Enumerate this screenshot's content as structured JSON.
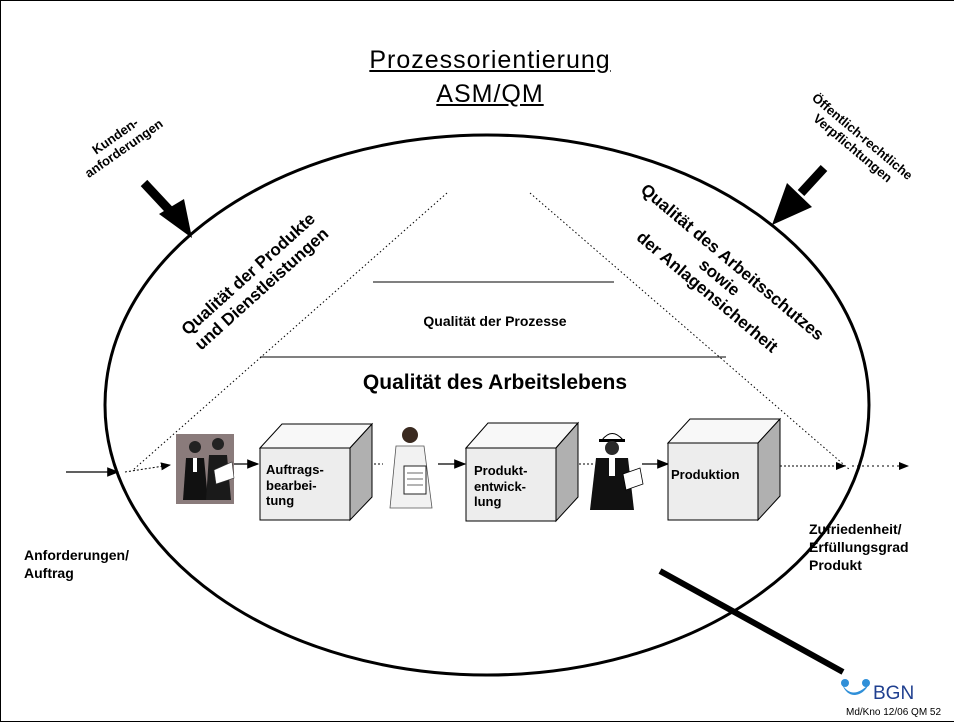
{
  "title": {
    "line1": "Prozessorientierung",
    "line2": "ASM/QM"
  },
  "inputs": {
    "left_arrow_label": "Kunden-\nanforderungen",
    "right_arrow_label": "Öffentlich-rechtliche\nVerpflichtungen"
  },
  "pyramid": {
    "left_side": "Qualität der Produkte\nund Dienstleistungen",
    "right_side": "Qualität des Arbeitsschutzes\nsowie\nder Anlagensicherheit",
    "middle": "Qualität der Prozesse",
    "bottom": "Qualität des Arbeitslebens"
  },
  "process": {
    "boxes": [
      {
        "label": "Auftrags-\nbearbei-\ntung"
      },
      {
        "label": "Produkt-\nentwick-\nlung"
      },
      {
        "label": "Produktion"
      }
    ],
    "start_label": "Anforderungen/\nAuftrag",
    "end_label": "Zufriedenheit/\nErfüllungsgrad\nProdukt"
  },
  "footer": {
    "logo": "BGN",
    "code": "Md/Kno 12/06 QM 52"
  },
  "colors": {
    "line": "#000000",
    "box_front": "#ededed",
    "box_top": "#f8f8f8",
    "box_side": "#b0b0b0",
    "logo_blue": "#2f8fd8"
  }
}
